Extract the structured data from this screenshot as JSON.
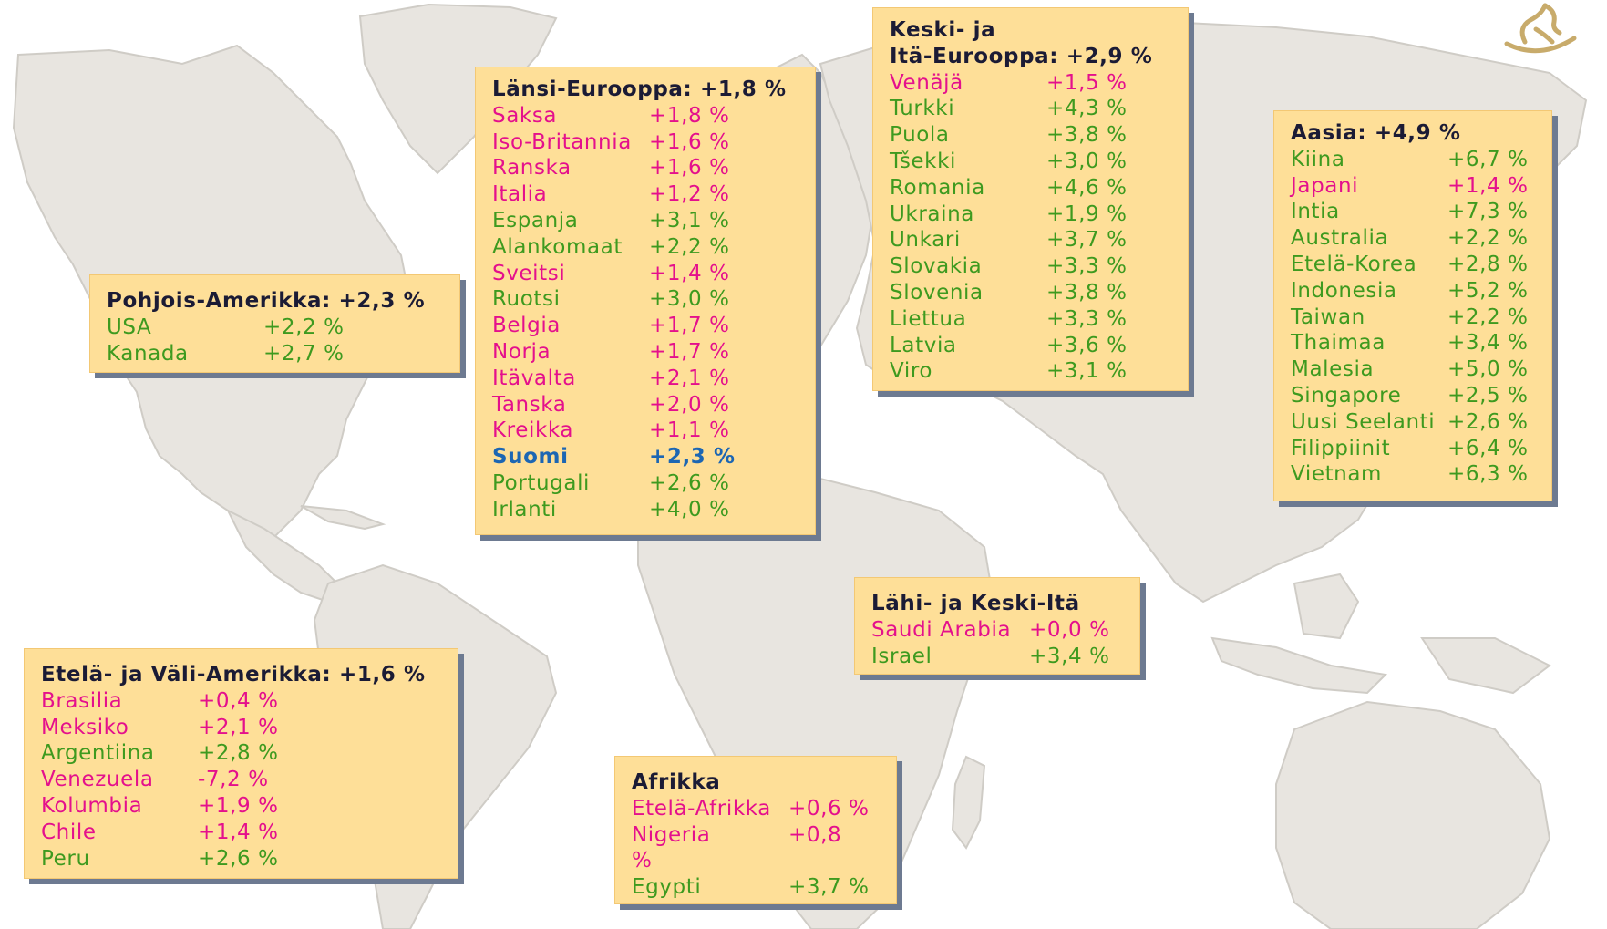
{
  "colors": {
    "land": "#e8e5e0",
    "land_edge": "#cfccc6",
    "box_fill": "#fedf98",
    "box_shadow": "#6d7a91",
    "positive": "#3e9a1f",
    "negative": "#e4108c",
    "finland": "#1c66b3",
    "title": "#1b1b35",
    "logo": "#c8ab6b"
  },
  "icons": [
    "rocking-horse-logo-icon"
  ],
  "regions": [
    {
      "id": "north-america",
      "title": "Pohjois-Amerikka: +2,3 %",
      "countries": [
        {
          "name": "USA",
          "value": "+2,2 %",
          "status": "positive"
        },
        {
          "name": "Kanada",
          "value": "+2,7 %",
          "status": "positive"
        }
      ]
    },
    {
      "id": "western-europe",
      "title": "Länsi-Eurooppa: +1,8 %",
      "countries": [
        {
          "name": "Saksa",
          "value": "+1,8 %",
          "status": "negative"
        },
        {
          "name": "Iso-Britannia",
          "value": "+1,6 %",
          "status": "negative"
        },
        {
          "name": "Ranska",
          "value": "+1,6 %",
          "status": "negative"
        },
        {
          "name": "Italia",
          "value": "+1,2 %",
          "status": "negative"
        },
        {
          "name": "Espanja",
          "value": "+3,1 %",
          "status": "positive"
        },
        {
          "name": "Alankomaat",
          "value": "+2,2 %",
          "status": "positive"
        },
        {
          "name": "Sveitsi",
          "value": "+1,4 %",
          "status": "negative"
        },
        {
          "name": "Ruotsi",
          "value": "+3,0 %",
          "status": "positive"
        },
        {
          "name": "Belgia",
          "value": "+1,7 %",
          "status": "negative"
        },
        {
          "name": "Norja",
          "value": "+1,7 %",
          "status": "negative"
        },
        {
          "name": "Itävalta",
          "value": "+2,1 %",
          "status": "negative"
        },
        {
          "name": "Tanska",
          "value": "+2,0 %",
          "status": "negative"
        },
        {
          "name": "Kreikka",
          "value": "+1,1 %",
          "status": "negative"
        },
        {
          "name": "Suomi",
          "value": "+2,3 %",
          "status": "finland"
        },
        {
          "name": "Portugali",
          "value": "+2,6 %",
          "status": "positive"
        },
        {
          "name": "Irlanti",
          "value": "+4,0 %",
          "status": "positive"
        }
      ]
    },
    {
      "id": "central-eastern-europe",
      "title": "Keski- ja\nItä-Eurooppa: +2,9 %",
      "countries": [
        {
          "name": "Venäjä",
          "value": "+1,5 %",
          "status": "negative"
        },
        {
          "name": "Turkki",
          "value": "+4,3 %",
          "status": "positive"
        },
        {
          "name": "Puola",
          "value": "+3,8 %",
          "status": "positive"
        },
        {
          "name": "Tšekki",
          "value": "+3,0 %",
          "status": "positive"
        },
        {
          "name": "Romania",
          "value": "+4,6 %",
          "status": "positive"
        },
        {
          "name": "Ukraina",
          "value": "+1,9 %",
          "status": "positive"
        },
        {
          "name": "Unkari",
          "value": "+3,7 %",
          "status": "positive"
        },
        {
          "name": "Slovakia",
          "value": "+3,3 %",
          "status": "positive"
        },
        {
          "name": "Slovenia",
          "value": "+3,8 %",
          "status": "positive"
        },
        {
          "name": "Liettua",
          "value": "+3,3 %",
          "status": "positive"
        },
        {
          "name": "Latvia",
          "value": "+3,6 %",
          "status": "positive"
        },
        {
          "name": "Viro",
          "value": "+3,1 %",
          "status": "positive"
        }
      ]
    },
    {
      "id": "asia",
      "title": "Aasia: +4,9 %",
      "countries": [
        {
          "name": "Kiina",
          "value": "+6,7 %",
          "status": "positive"
        },
        {
          "name": "Japani",
          "value": "+1,4 %",
          "status": "negative"
        },
        {
          "name": "Intia",
          "value": "+7,3 %",
          "status": "positive"
        },
        {
          "name": "Australia",
          "value": "+2,2 %",
          "status": "positive"
        },
        {
          "name": "Etelä-Korea",
          "value": "+2,8 %",
          "status": "positive"
        },
        {
          "name": "Indonesia",
          "value": "+5,2 %",
          "status": "positive"
        },
        {
          "name": "Taiwan",
          "value": "+2,2 %",
          "status": "positive"
        },
        {
          "name": "Thaimaa",
          "value": "+3,4 %",
          "status": "positive"
        },
        {
          "name": "Malesia",
          "value": "+5,0 %",
          "status": "positive"
        },
        {
          "name": "Singapore",
          "value": "+2,5 %",
          "status": "positive"
        },
        {
          "name": "Uusi Seelanti",
          "value": "+2,6 %",
          "status": "positive"
        },
        {
          "name": "Filippiinit",
          "value": "+6,4 %",
          "status": "positive"
        },
        {
          "name": "Vietnam",
          "value": "+6,3 %",
          "status": "positive"
        }
      ]
    },
    {
      "id": "middle-east",
      "title": "Lähi- ja Keski-Itä",
      "countries": [
        {
          "name": "Saudi Arabia",
          "value": "+0,0 %",
          "status": "negative"
        },
        {
          "name": "Israel",
          "value": "+3,4 %",
          "status": "positive"
        }
      ]
    },
    {
      "id": "latin-america",
      "title": "Etelä- ja Väli-Amerikka: +1,6 %",
      "countries": [
        {
          "name": "Brasilia",
          "value": "+0,4 %",
          "status": "negative"
        },
        {
          "name": "Meksiko",
          "value": "+2,1 %",
          "status": "negative"
        },
        {
          "name": "Argentiina",
          "value": "+2,8 %",
          "status": "positive"
        },
        {
          "name": "Venezuela",
          "value": "-7,2 %",
          "status": "negative"
        },
        {
          "name": "Kolumbia",
          "value": "+1,9 %",
          "status": "negative"
        },
        {
          "name": "Chile",
          "value": "+1,4 %",
          "status": "negative"
        },
        {
          "name": "Peru",
          "value": "+2,6 %",
          "status": "positive"
        }
      ]
    },
    {
      "id": "africa",
      "title": "Afrikka",
      "countries": [
        {
          "name": "Etelä-Afrikka",
          "value": "+0,6 %",
          "status": "negative"
        },
        {
          "name": "Nigeria",
          "value": "+0,8",
          "value_cont": "%",
          "status": "negative"
        },
        {
          "name": "Egypti",
          "value": "+3,7 %",
          "status": "positive"
        }
      ]
    }
  ]
}
